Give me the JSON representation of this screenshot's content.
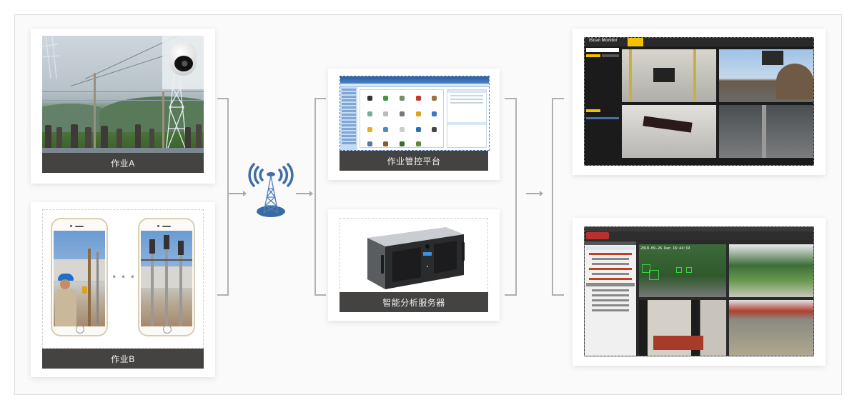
{
  "diagram": {
    "nodes": {
      "job_a": {
        "label": "作业A"
      },
      "job_b": {
        "label": "作业B",
        "separator": "• • •"
      },
      "platform": {
        "label": "作业管控平台"
      },
      "server": {
        "label": "智能分析服务器"
      },
      "monitor_top": {
        "app_title": "iScan Monitor"
      },
      "monitor_bottom": {
        "timestamp": "2018-09-26 Dan 16:44:19"
      }
    },
    "icons": {
      "tower": "radio-tower-icon",
      "camera": "dome-camera-icon",
      "arrow": "arrow-right-icon"
    },
    "colors": {
      "caption_bg": "#454341",
      "tower_blue": "#3f6ea6",
      "connector": "#a8a8a8",
      "monitor_accent": "#f2c200"
    }
  }
}
